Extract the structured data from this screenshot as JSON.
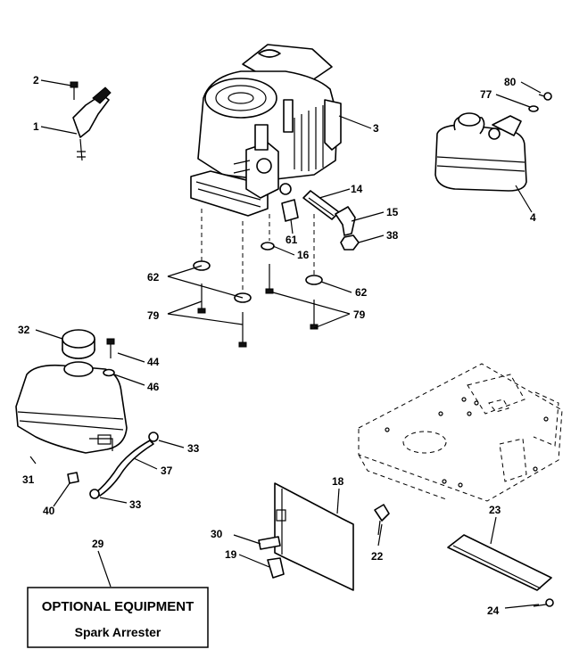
{
  "callouts": {
    "c1": "1",
    "c2": "2",
    "c3": "3",
    "c4": "4",
    "c14": "14",
    "c15": "15",
    "c16": "16",
    "c18": "18",
    "c19": "19",
    "c22": "22",
    "c23": "23",
    "c24": "24",
    "c29": "29",
    "c30": "30",
    "c31": "31",
    "c32": "32",
    "c33a": "33",
    "c33b": "33",
    "c37": "37",
    "c38": "38",
    "c40": "40",
    "c44": "44",
    "c46": "46",
    "c61": "61",
    "c62a": "62",
    "c62b": "62",
    "c77": "77",
    "c79a": "79",
    "c79b": "79",
    "c80": "80"
  },
  "optional_box": {
    "title": "OPTIONAL EQUIPMENT",
    "item": "Spark Arrester"
  }
}
